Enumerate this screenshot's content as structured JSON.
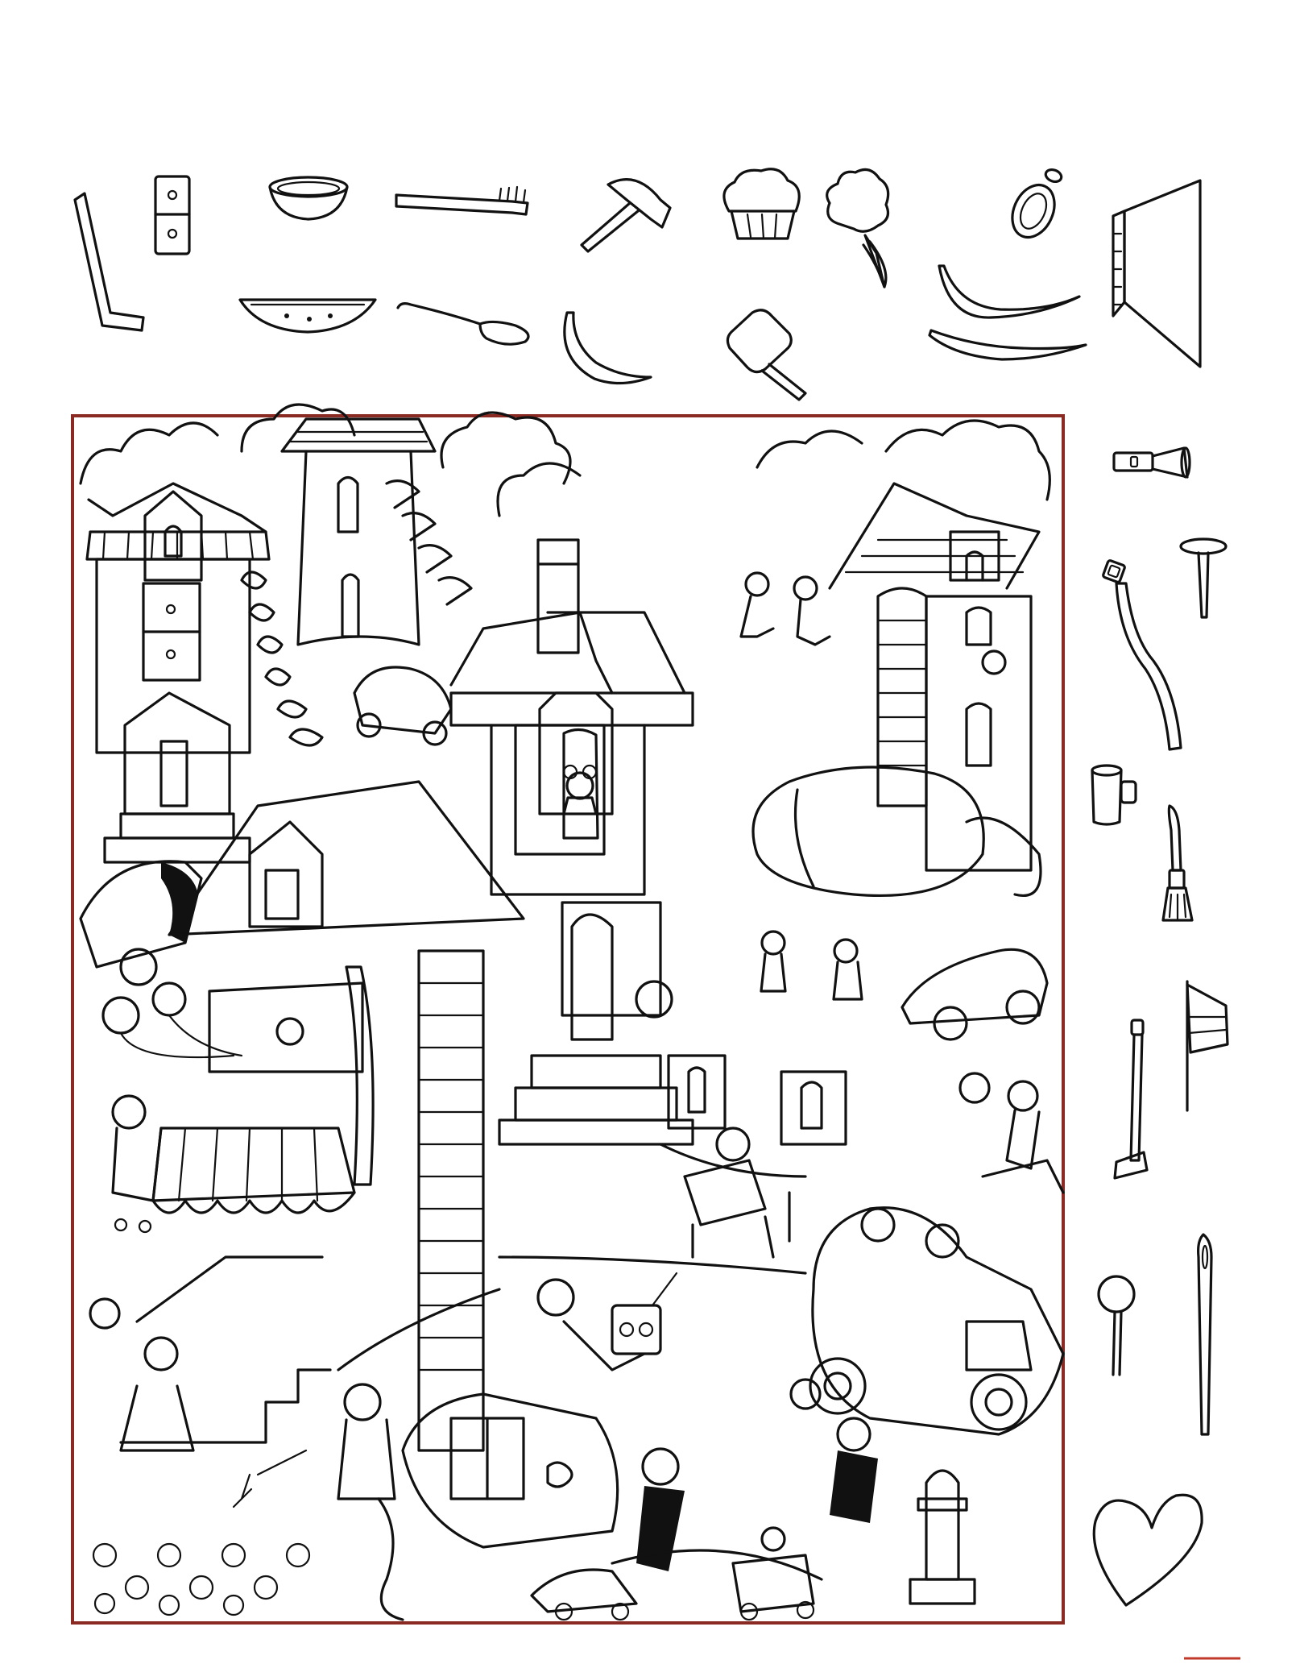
{
  "puzzle": {
    "type": "hidden-objects",
    "scene_description": "",
    "colors": {
      "ink": "#111111",
      "frame": "#8a2a22",
      "paper": "#ffffff",
      "corner-mark": "#c0392b"
    }
  },
  "items_top_row_1": [
    {
      "id": "hockey-stick",
      "icon": "hockey-stick-icon"
    },
    {
      "id": "domino",
      "icon": "domino-icon"
    },
    {
      "id": "bowl",
      "icon": "bowl-icon"
    },
    {
      "id": "toothbrush",
      "icon": "toothbrush-icon"
    },
    {
      "id": "hammer",
      "icon": "hammer-icon"
    },
    {
      "id": "cupcake",
      "icon": "cupcake-icon"
    },
    {
      "id": "ice-cream-cone",
      "icon": "ice-cream-cone-icon"
    },
    {
      "id": "ring",
      "icon": "ring-icon"
    },
    {
      "id": "book",
      "icon": "book-icon"
    }
  ],
  "items_top_row_2": [
    {
      "id": "watermelon-slice",
      "icon": "watermelon-slice-icon"
    },
    {
      "id": "spoon",
      "icon": "spoon-icon"
    },
    {
      "id": "banana",
      "icon": "banana-icon"
    },
    {
      "id": "ice-pop",
      "icon": "ice-pop-icon"
    },
    {
      "id": "canoe-paddle",
      "icon": "canoe-icon"
    }
  ],
  "items_right_column": [
    {
      "id": "flashlight",
      "icon": "flashlight-icon"
    },
    {
      "id": "nail",
      "icon": "nail-icon"
    },
    {
      "id": "cane",
      "icon": "cane-icon"
    },
    {
      "id": "mug",
      "icon": "mug-icon"
    },
    {
      "id": "paintbrush",
      "icon": "paintbrush-icon"
    },
    {
      "id": "flag",
      "icon": "flag-icon"
    },
    {
      "id": "golf-club",
      "icon": "golf-club-icon"
    },
    {
      "id": "lollipop",
      "icon": "lollipop-icon"
    },
    {
      "id": "sewing-needle",
      "icon": "needle-icon"
    },
    {
      "id": "heart",
      "icon": "heart-icon"
    }
  ]
}
